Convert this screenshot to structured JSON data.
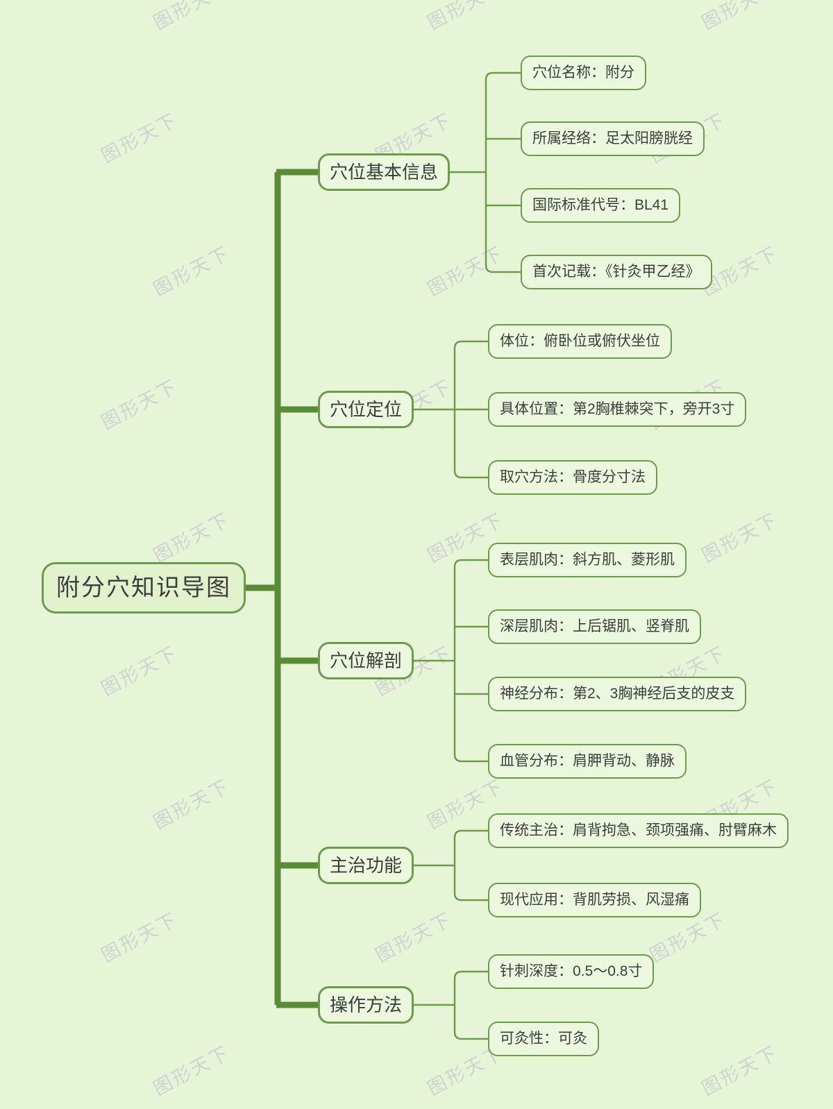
{
  "watermark": {
    "text": "图形天下"
  },
  "root": {
    "label": "附分穴知识导图"
  },
  "branches": [
    {
      "label": "穴位基本信息",
      "children": [
        {
          "text": "穴位名称：附分"
        },
        {
          "text": "所属经络：足太阳膀胱经"
        },
        {
          "text": "国际标准代号：BL41"
        },
        {
          "text": "首次记载：《针灸甲乙经》"
        }
      ]
    },
    {
      "label": "穴位定位",
      "children": [
        {
          "text": "体位：俯卧位或俯伏坐位"
        },
        {
          "text": "具体位置：第2胸椎棘突下，旁开3寸"
        },
        {
          "text": "取穴方法：骨度分寸法"
        }
      ]
    },
    {
      "label": "穴位解剖",
      "children": [
        {
          "text": "表层肌肉：斜方肌、菱形肌"
        },
        {
          "text": "深层肌肉：上后锯肌、竖脊肌"
        },
        {
          "text": "神经分布：第2、3胸神经后支的皮支"
        },
        {
          "text": "血管分布：肩胛背动、静脉"
        }
      ]
    },
    {
      "label": "主治功能",
      "children": [
        {
          "text": "传统主治：肩背拘急、颈项强痛、肘臂麻木"
        },
        {
          "text": "现代应用：背肌劳损、风湿痛"
        }
      ]
    },
    {
      "label": "操作方法",
      "children": [
        {
          "text": "针刺深度：0.5～0.8寸"
        },
        {
          "text": "可灸性：可灸"
        }
      ]
    }
  ],
  "colors": {
    "background": "#e6f5d6",
    "node_fill": "#ebf8de",
    "root_fill": "#e2f2cc",
    "node_border": "#6b9c49",
    "trunk_line": "#5a8c38",
    "thin_line": "#6d9c4b",
    "text": "#3d3d3d"
  }
}
